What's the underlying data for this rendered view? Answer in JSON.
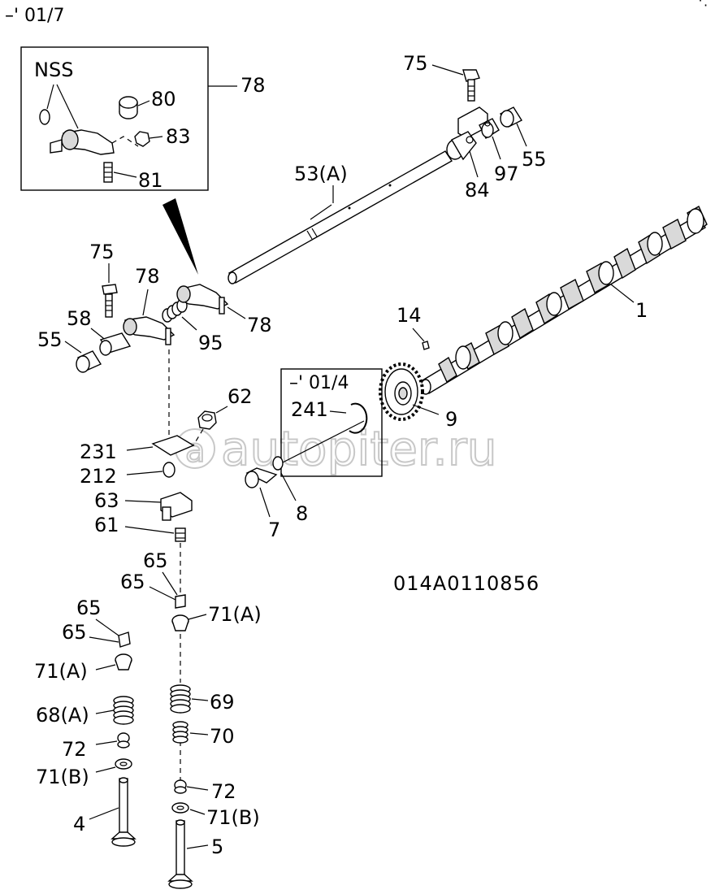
{
  "header": {
    "serial_range": "–' 01/7"
  },
  "inset": {
    "title": "NSS",
    "label": "78"
  },
  "inset_parts": {
    "p80": "80",
    "p83": "83",
    "p81": "81"
  },
  "parts": {
    "p75_top": "75",
    "p53a": "53(A)",
    "p84": "84",
    "p97": "97",
    "p55_right": "55",
    "p1": "1",
    "p14": "14",
    "p9": "9",
    "p75_left": "75",
    "p78_mid": "78",
    "p78_right": "78",
    "p58": "58",
    "p55_left": "55",
    "p95": "95",
    "p62": "62",
    "p231": "231",
    "p212": "212",
    "p63": "63",
    "p61": "61",
    "p7": "7",
    "p8": "8",
    "p65_a": "65",
    "p65_b": "65",
    "p65_c": "65",
    "p65_d": "65",
    "p71a_right": "71(A)",
    "p71a_left": "71(A)",
    "p68a": "68(A)",
    "p69": "69",
    "p70": "70",
    "p72_left": "72",
    "p72_right": "72",
    "p71b_left": "71(B)",
    "p71b_right": "71(B)",
    "p4": "4",
    "p5": "5"
  },
  "sub_box": {
    "serial_range": "–' 01/4",
    "part": "241"
  },
  "drawing_code": "014A0110856",
  "watermark": "autopiter.ru"
}
